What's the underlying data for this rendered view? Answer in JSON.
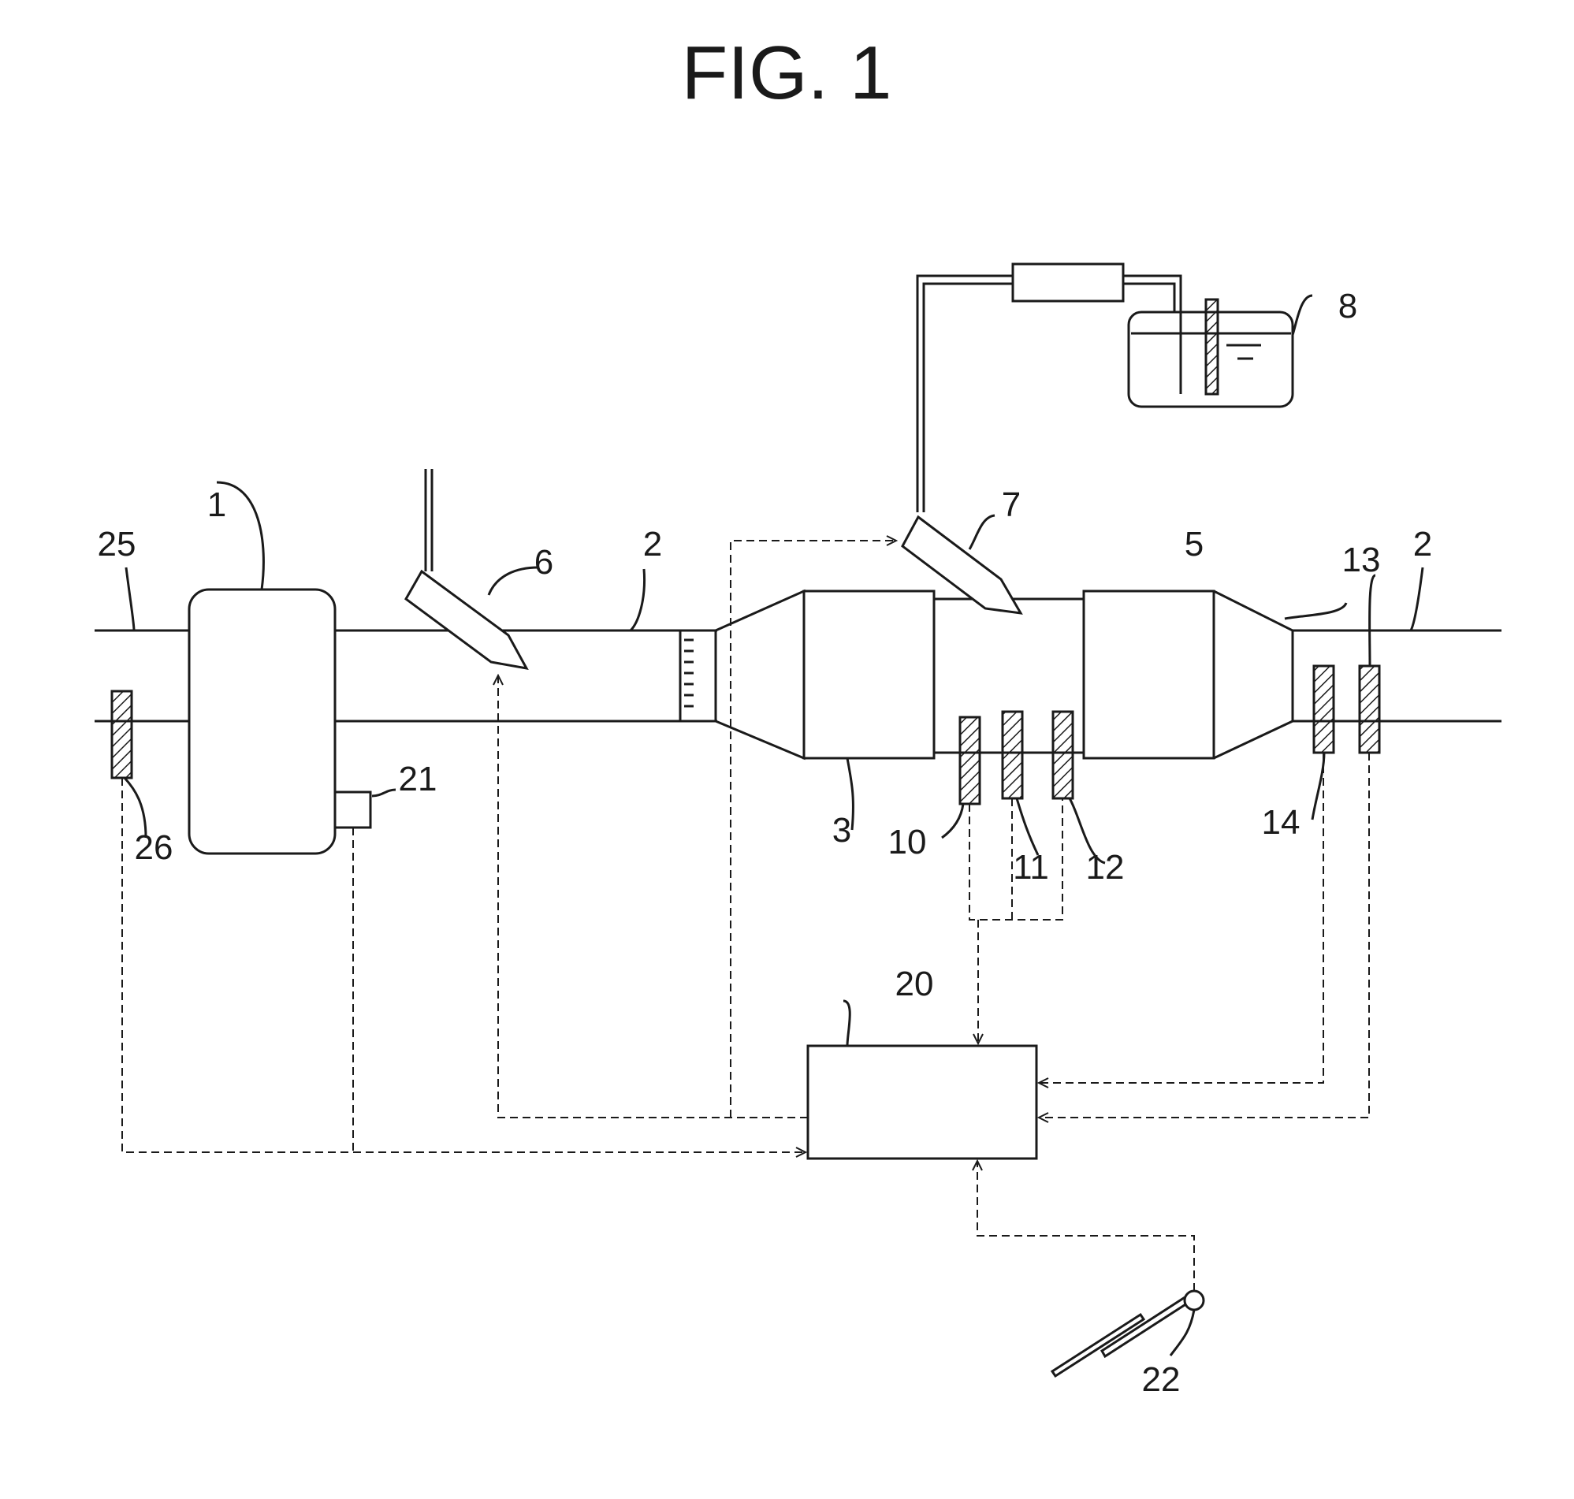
{
  "figure": {
    "title": "FIG. 1",
    "labels": {
      "engine": "1",
      "exhaust_pipe_left": "2",
      "exhaust_pipe_right": "2",
      "catalyst_upstream": "3",
      "catalyst_downstream": "5",
      "injector_6": "6",
      "injector_7": "7",
      "tank": "8",
      "sensor_10": "10",
      "sensor_11": "11",
      "sensor_12": "12",
      "sensor_13": "13",
      "sensor_14": "14",
      "ecu": "20",
      "crank_sensor": "21",
      "accelerator_pedal": "22",
      "intake_pipe": "25",
      "airflow_meter": "26"
    }
  }
}
